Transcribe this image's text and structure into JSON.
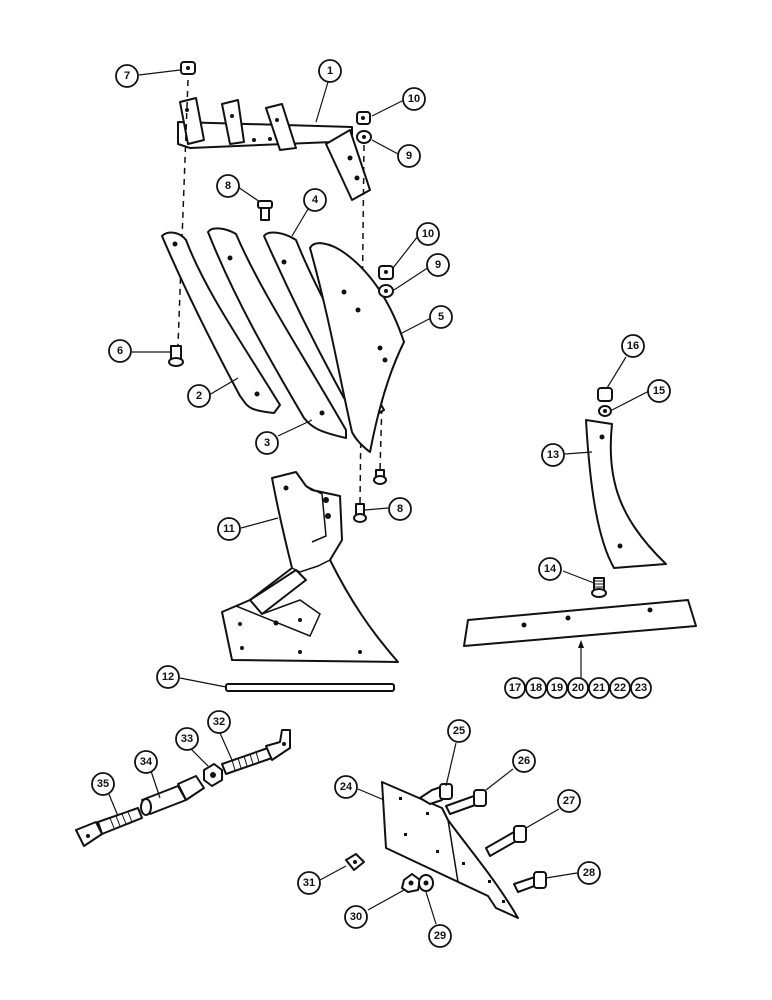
{
  "callouts": {
    "c1": "1",
    "c2": "2",
    "c3": "3",
    "c4": "4",
    "c5": "5",
    "c6": "6",
    "c7": "7",
    "c8a": "8",
    "c8b": "8",
    "c9a": "9",
    "c9b": "9",
    "c10a": "10",
    "c10b": "10",
    "c11": "11",
    "c12": "12",
    "c13": "13",
    "c14": "14",
    "c15": "15",
    "c16": "16",
    "c17": "17",
    "c18": "18",
    "c19": "19",
    "c20": "20",
    "c21": "21",
    "c22": "22",
    "c23": "23",
    "c24": "24",
    "c25": "25",
    "c26": "26",
    "c27": "27",
    "c28": "28",
    "c29": "29",
    "c30": "30",
    "c31": "31",
    "c32": "32",
    "c33": "33",
    "c34": "34",
    "c35": "35"
  }
}
